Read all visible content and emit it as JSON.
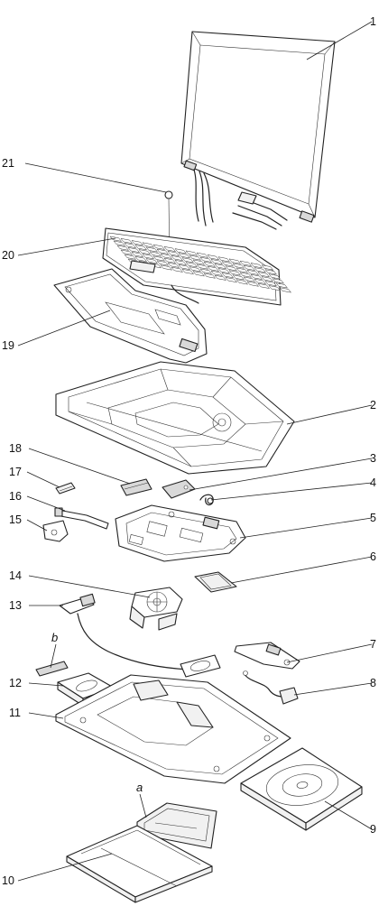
{
  "parts": [
    {
      "id": "lcd-assembly",
      "callout": "1"
    },
    {
      "id": "keyboard-bezel",
      "callout": "2"
    },
    {
      "id": "wireless-card",
      "callout": "3"
    },
    {
      "id": "small-cable",
      "callout": "4"
    },
    {
      "id": "system-board",
      "callout": "5"
    },
    {
      "id": "hdd-cover-plate",
      "callout": "6"
    },
    {
      "id": "io-card",
      "callout": "7"
    },
    {
      "id": "dc-in-cable",
      "callout": "8"
    },
    {
      "id": "optical-drive",
      "callout": "9"
    },
    {
      "id": "battery-pack",
      "callout": "10"
    },
    {
      "id": "base-cover",
      "callout": "11"
    },
    {
      "id": "hard-disk-drive",
      "callout": "12"
    },
    {
      "id": "speaker-assembly",
      "callout": "13"
    },
    {
      "id": "fan-heatsink",
      "callout": "14"
    },
    {
      "id": "bracket",
      "callout": "15"
    },
    {
      "id": "flex-cable",
      "callout": "16"
    },
    {
      "id": "small-switch",
      "callout": "17"
    },
    {
      "id": "memory-module",
      "callout": "18"
    },
    {
      "id": "palm-rest",
      "callout": "19"
    },
    {
      "id": "keyboard",
      "callout": "20"
    },
    {
      "id": "trackpoint-cap",
      "callout": "21"
    }
  ],
  "sub_labels": {
    "a": "a",
    "b": "b"
  }
}
